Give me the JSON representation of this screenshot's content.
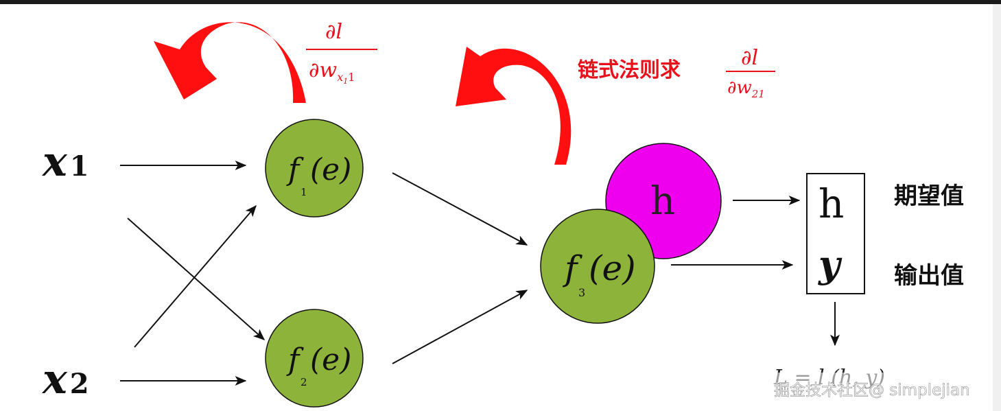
{
  "inputs": {
    "x1": "x",
    "x1_sub": "1",
    "x2": "x",
    "x2_sub": "2"
  },
  "neurons": {
    "f1": {
      "f": "f",
      "sub": "1",
      "arg": "(e)"
    },
    "f2": {
      "f": "f",
      "sub": "2",
      "arg": "(e)"
    },
    "f3": {
      "f": "f",
      "sub": "3",
      "arg": "(e)"
    }
  },
  "target_node": {
    "label": "h"
  },
  "output_box": {
    "top": "h",
    "bottom": "y"
  },
  "labels": {
    "expected": "期望值",
    "output": "输出值"
  },
  "grad1": {
    "numerator": "∂l",
    "denominator": "∂w",
    "den_sub": "x",
    "den_sub_sub": "1",
    "den_tail": "1"
  },
  "grad2": {
    "prefix": "链式法则求",
    "numerator": "∂l",
    "denominator": "∂w",
    "den_sub": "21"
  },
  "loss": {
    "text": "L = l (h, y)"
  },
  "watermark": {
    "text": "掘金技术社区@ simplejian"
  },
  "colors": {
    "neuron": "#8db33a",
    "target": "#ee00ee",
    "arrow_red": "#ff0f0f",
    "text_red": "#e8101a"
  }
}
